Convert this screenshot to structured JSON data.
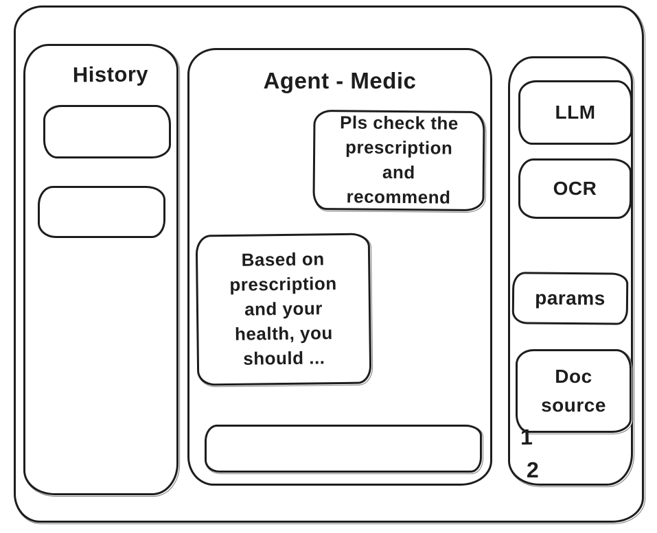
{
  "window": {
    "history_panel": {
      "title": "History",
      "items": [
        {
          "label": ""
        },
        {
          "label": ""
        }
      ]
    },
    "chat_panel": {
      "title": "Agent - Medic",
      "messages": [
        {
          "role": "user",
          "text": "Pls check the prescription and recommend"
        },
        {
          "role": "assistant",
          "text": "Based on prescription and your health, you should ..."
        }
      ],
      "input": {
        "value": "",
        "placeholder": ""
      }
    },
    "tools_panel": {
      "buttons": [
        {
          "label": "LLM"
        },
        {
          "label": "OCR"
        },
        {
          "label": "params"
        },
        {
          "label": "Doc source"
        }
      ],
      "doc_items": [
        "1",
        "2"
      ]
    }
  },
  "colors": {
    "stroke": "#1d1d1d",
    "background": "#ffffff"
  },
  "style_note": "hand-drawn wireframe sketch, black ink on white"
}
